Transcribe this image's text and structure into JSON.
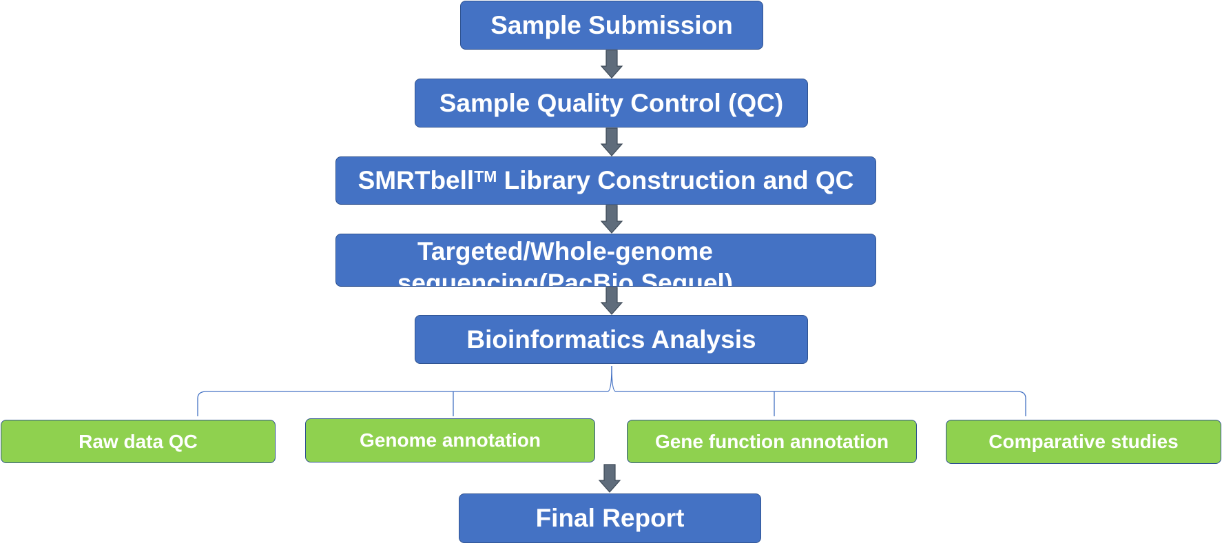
{
  "diagram": {
    "steps": [
      {
        "id": "submission",
        "label": "Sample Submission"
      },
      {
        "id": "qc",
        "label": "Sample Quality Control (QC)"
      },
      {
        "id": "library",
        "label_main": "SMRTbell",
        "label_sup": "TM",
        "label_rest": " Library Construction and QC"
      },
      {
        "id": "sequencing",
        "line1": "Targeted/Whole-genome",
        "line2": "sequencing(PacBio Sequel)"
      },
      {
        "id": "bioinformatics",
        "label": "Bioinformatics Analysis"
      }
    ],
    "analyses": [
      {
        "label": "Raw data QC"
      },
      {
        "label": "Genome annotation"
      },
      {
        "label": "Gene function annotation"
      },
      {
        "label": "Comparative studies"
      }
    ],
    "final": {
      "label": "Final Report"
    },
    "colors": {
      "step_fill": "#4472c4",
      "step_border": "#2f528f",
      "analysis_fill": "#8fd14f",
      "arrow_fill": "#5f6c7b",
      "connector": "#4472c4"
    }
  }
}
